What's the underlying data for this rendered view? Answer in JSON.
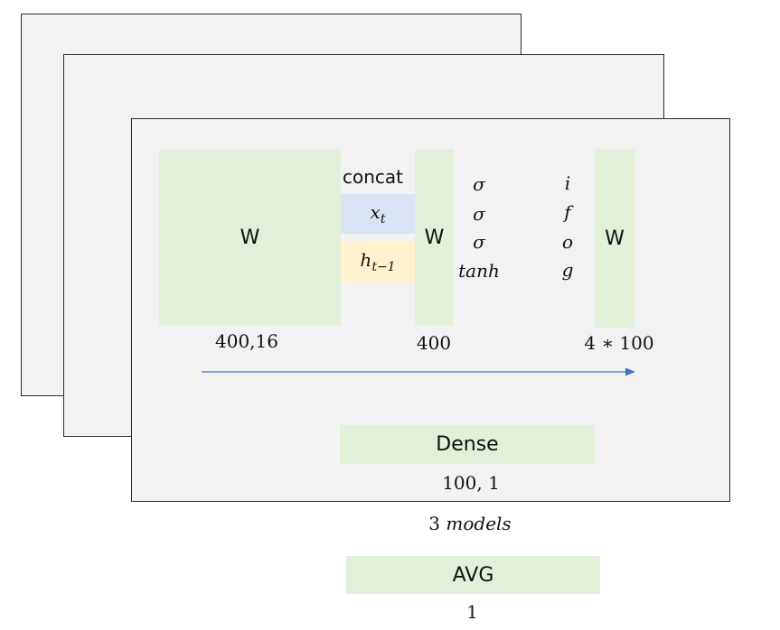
{
  "weight_block_label": "W",
  "concat_label": "concat",
  "xt": {
    "base": "x",
    "sub": "t"
  },
  "ht": {
    "base": "h",
    "sub": "t−1"
  },
  "gates": {
    "activations": [
      "σ",
      "σ",
      "σ",
      "tanh"
    ],
    "names": [
      "i",
      "f",
      "o",
      "g"
    ]
  },
  "dims": {
    "input_weight": "400,16",
    "hidden_weight": "400",
    "output_weight": "4 ∗ 100"
  },
  "dense": {
    "label": "Dense",
    "dims": "100, 1"
  },
  "ensemble_caption": "3 models",
  "avg": {
    "label": "AVG",
    "dims": "1"
  },
  "colors": {
    "block_fill": "#e2efd9",
    "xt_fill": "#dae3f3",
    "ht_fill": "#fff2cc",
    "panel_fill": "#f2f2f2",
    "arrow": "#4472c4"
  }
}
